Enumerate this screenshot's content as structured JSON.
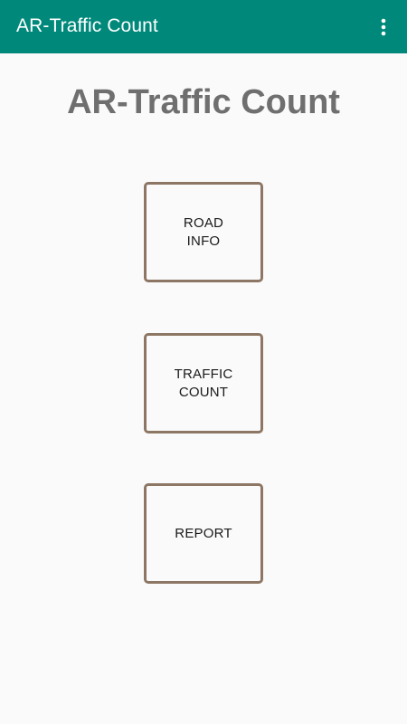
{
  "app_bar": {
    "title": "AR-Traffic Count",
    "overflow_icon": "more-vert-icon",
    "background_color": "#00897b"
  },
  "main": {
    "heading": "AR-Traffic Count",
    "buttons": [
      {
        "label": "ROAD INFO"
      },
      {
        "label": "TRAFFIC COUNT"
      },
      {
        "label": "REPORT"
      }
    ],
    "button_border_color": "#8d7663"
  }
}
